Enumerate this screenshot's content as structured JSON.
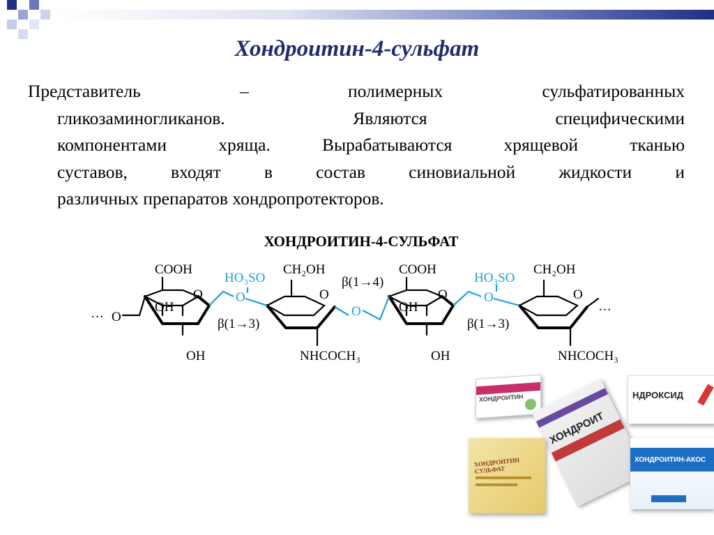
{
  "slide": {
    "title": "Хондроитин-4-сульфат",
    "paragraph_lines": [
      "Представитель – полимерных сульфатированных",
      "гликозаминогликанов. Являются специфическими",
      "компонентами хряща. Вырабатываются хрящевой тканью",
      "суставов, входят в состав синовиальной жидкости и",
      "различных препаратов хондропротекторов."
    ]
  },
  "structure": {
    "heading": "ХОНДРОИТИН-4-СУЛЬФАТ",
    "cooh": "COOH",
    "ch2oh": "CH₂OH",
    "ho3so": "HO₃SO",
    "oh": "OH",
    "ring_o": "O",
    "bridge_o": "O",
    "nhcoch3": "NHCOCH₃",
    "beta_13": "β(1→3)",
    "beta_14": "β(1→4)",
    "dots": "···",
    "accent_color": "#1aa0d8"
  },
  "products": {
    "pack1_brand": "ХОНДРОИТИН",
    "pack2_brand": "ХОНДРОИТ",
    "pack3_brand": "НДРОКСИД",
    "pack4_brand": "ХОНДРОИТИН СУЛЬФАТ",
    "pack5_brand": "ХОНДРОИТИН-АКОС"
  }
}
